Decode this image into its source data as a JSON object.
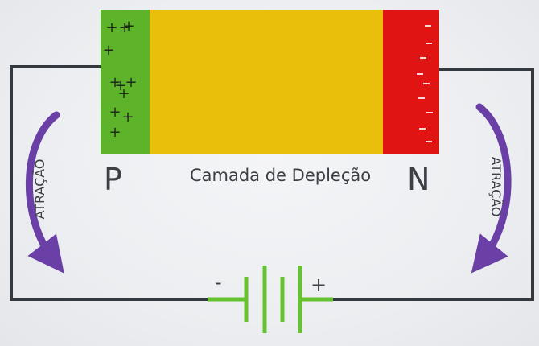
{
  "colors": {
    "p_region": "#5db42a",
    "depletion": "#eabf0c",
    "n_region": "#e11414",
    "wire": "#34383f",
    "battery": "#66c22e",
    "arrow": "#6a3fa6",
    "text": "#3c3f44"
  },
  "labels": {
    "p": "P",
    "n": "N",
    "depletion": "Camada de Depleção",
    "attraction_left": "ATRAÇÃO",
    "attraction_right": "ATRAÇÃO",
    "battery_negative": "-",
    "battery_positive": "+"
  },
  "p_region": {
    "charge_symbol": "+",
    "charge_count": 11
  },
  "n_region": {
    "charge_symbol": "-",
    "charge_count": 9
  },
  "icons": {
    "left_arrow": "curved-arrow-down-icon",
    "right_arrow": "curved-arrow-down-icon",
    "battery": "battery-icon"
  }
}
